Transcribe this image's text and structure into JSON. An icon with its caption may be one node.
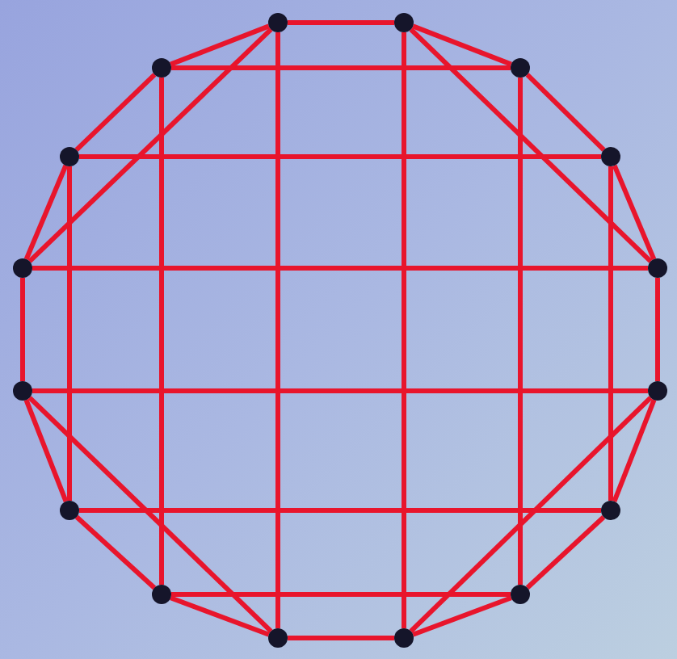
{
  "diagram": {
    "nodes": [
      {
        "text": [],
        "shape": "circle"
      },
      {
        "text": [],
        "shape": "circle"
      },
      {
        "text": [],
        "shape": "circle"
      },
      {
        "text": [],
        "shape": "circle"
      },
      {
        "text": [],
        "shape": "circle"
      },
      {
        "text": [],
        "shape": "circle"
      },
      {
        "text": [],
        "shape": "circle"
      },
      {
        "text": [],
        "shape": "circle"
      },
      {
        "text": [],
        "shape": "circle"
      },
      {
        "text": [],
        "shape": "circle"
      },
      {
        "text": [],
        "shape": "circle"
      },
      {
        "text": [],
        "shape": "circle"
      },
      {
        "text": [],
        "shape": "circle"
      },
      {
        "text": [],
        "shape": "circle"
      },
      {
        "text": [],
        "shape": "circle"
      },
      {
        "text": [],
        "shape": "circle"
      }
    ],
    "edges": [
      {
        "from": 0,
        "to": 1,
        "arrow": "none"
      },
      {
        "from": 2,
        "to": 3,
        "arrow": "none"
      },
      {
        "from": 4,
        "to": 5,
        "arrow": "none"
      },
      {
        "from": 6,
        "to": 7,
        "arrow": "none"
      },
      {
        "from": 8,
        "to": 9,
        "arrow": "none"
      },
      {
        "from": 10,
        "to": 11,
        "arrow": "none"
      },
      {
        "from": 12,
        "to": 13,
        "arrow": "none"
      },
      {
        "from": 14,
        "to": 15,
        "arrow": "none"
      },
      {
        "from": 0,
        "to": 14,
        "arrow": "none"
      },
      {
        "from": 1,
        "to": 15,
        "arrow": "none"
      },
      {
        "from": 2,
        "to": 12,
        "arrow": "none"
      },
      {
        "from": 3,
        "to": 13,
        "arrow": "none"
      },
      {
        "from": 4,
        "to": 10,
        "arrow": "none"
      },
      {
        "from": 5,
        "to": 11,
        "arrow": "none"
      },
      {
        "from": 6,
        "to": 8,
        "arrow": "none"
      },
      {
        "from": 7,
        "to": 9,
        "arrow": "none"
      },
      {
        "from": 0,
        "to": 2,
        "arrow": "none"
      },
      {
        "from": 2,
        "to": 4,
        "arrow": "none"
      },
      {
        "from": 4,
        "to": 6,
        "arrow": "none"
      },
      {
        "from": 1,
        "to": 3,
        "arrow": "none"
      },
      {
        "from": 3,
        "to": 5,
        "arrow": "none"
      },
      {
        "from": 5,
        "to": 7,
        "arrow": "none"
      },
      {
        "from": 8,
        "to": 10,
        "arrow": "none"
      },
      {
        "from": 10,
        "to": 12,
        "arrow": "none"
      },
      {
        "from": 12,
        "to": 14,
        "arrow": "none"
      },
      {
        "from": 9,
        "to": 11,
        "arrow": "none"
      },
      {
        "from": 11,
        "to": 13,
        "arrow": "none"
      },
      {
        "from": 13,
        "to": 15,
        "arrow": "none"
      },
      {
        "from": 0,
        "to": 6,
        "arrow": "none"
      },
      {
        "from": 1,
        "to": 7,
        "arrow": "none"
      },
      {
        "from": 8,
        "to": 14,
        "arrow": "none"
      },
      {
        "from": 9,
        "to": 15,
        "arrow": "none"
      }
    ]
  }
}
